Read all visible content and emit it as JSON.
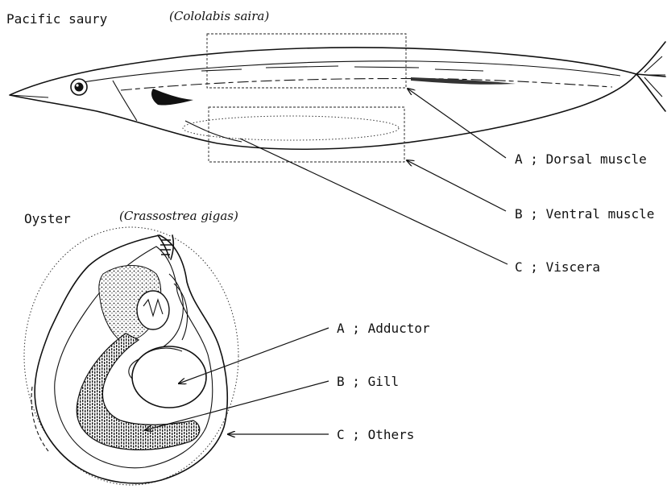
{
  "saury": {
    "title": "Pacific saury",
    "scientific_name": "(Cololabis saira)",
    "parts": [
      {
        "letter": "A",
        "label": "Dorsal muscle"
      },
      {
        "letter": "B",
        "label": "Ventral muscle"
      },
      {
        "letter": "C",
        "label": "Viscera"
      }
    ]
  },
  "oyster": {
    "title": "Oyster",
    "scientific_name": "(Crassostrea gigas)",
    "parts": [
      {
        "letter": "A",
        "label": "Adductor"
      },
      {
        "letter": "B",
        "label": "Gill"
      },
      {
        "letter": "C",
        "label": "Others"
      }
    ]
  },
  "separator": ";"
}
